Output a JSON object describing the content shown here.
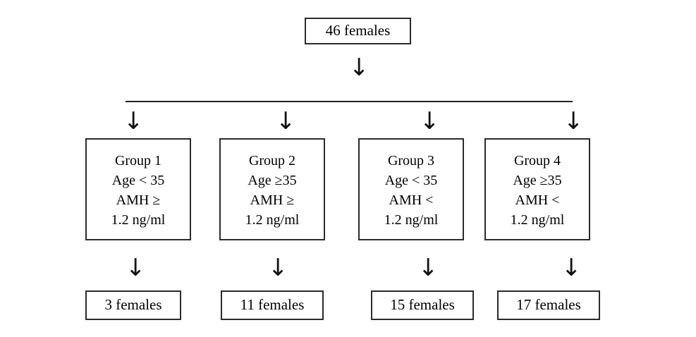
{
  "diagram": {
    "title": "Study population grouping flowchart",
    "root": {
      "label": "46 females"
    },
    "distribution_arrow": "down-arrow",
    "bar": "horizontal-distribution-bar",
    "groups": [
      {
        "id": "group-1",
        "line1": "Group 1",
        "line2": "Age < 35",
        "line3": "AMH ≥",
        "line4": "1.2 ng/ml",
        "arrow_in": "↓",
        "arrow_out": "↓",
        "result": "3 females"
      },
      {
        "id": "group-2",
        "line1": "Group 2",
        "line2": "Age ≥35",
        "line3": "AMH ≥",
        "line4": "1.2 ng/ml",
        "arrow_in": "↓",
        "arrow_out": "↓",
        "result": "11 females"
      },
      {
        "id": "group-3",
        "line1": "Group 3",
        "line2": "Age < 35",
        "line3": "AMH <",
        "line4": "1.2 ng/ml",
        "arrow_in": "↓",
        "arrow_out": "↓",
        "result": "15 females"
      },
      {
        "id": "group-4",
        "line1": "Group 4",
        "line2": "Age ≥35",
        "line3": "AMH <",
        "line4": "1.2 ng/ml",
        "arrow_in": "↓",
        "arrow_out": "↓",
        "result": "17 females"
      }
    ],
    "colors": {
      "background": "#ffffff",
      "border": "#2b2b2b",
      "text": "#000000",
      "connector": "#111111"
    }
  }
}
